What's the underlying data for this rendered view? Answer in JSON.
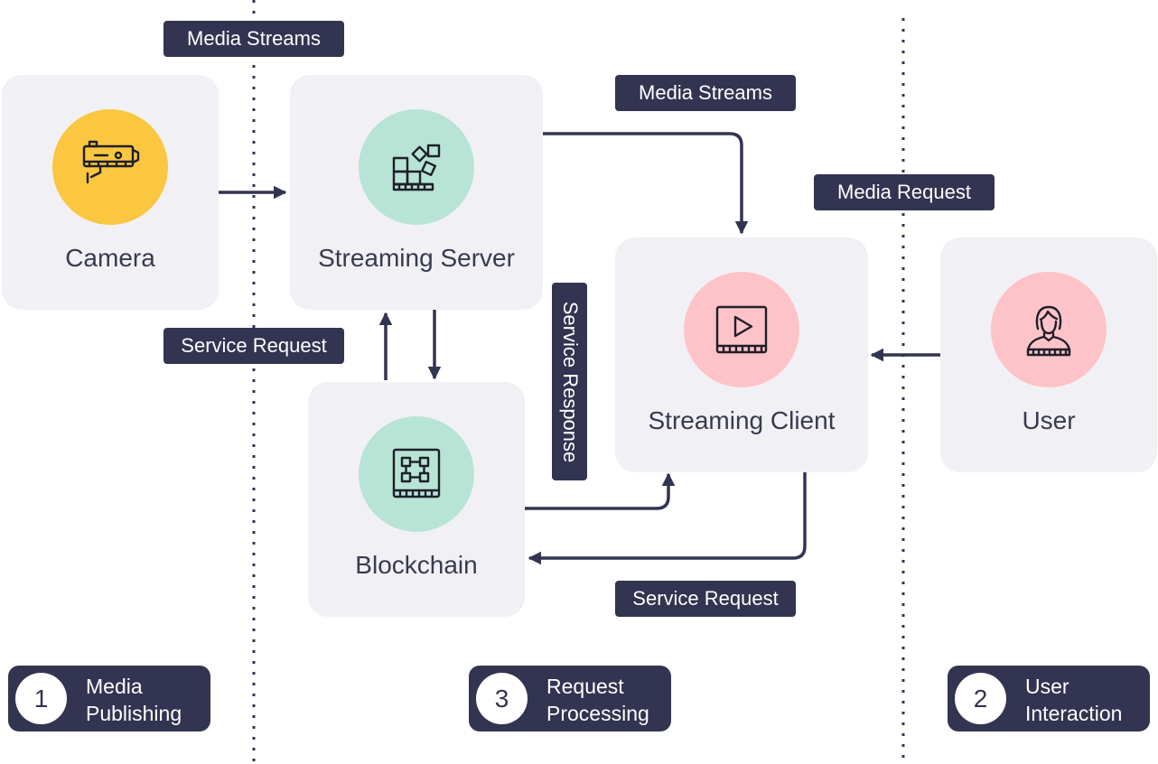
{
  "nodes": {
    "camera": {
      "label": "Camera",
      "icon": "security-camera-icon",
      "color": "#fbc640"
    },
    "streaming_server": {
      "label": "Streaming Server",
      "icon": "data-blocks-icon",
      "color": "#b7e4d5"
    },
    "blockchain": {
      "label": "Blockchain",
      "icon": "circuit-board-icon",
      "color": "#b7e4d5"
    },
    "streaming_client": {
      "label": "Streaming Client",
      "icon": "video-player-icon",
      "color": "#fdc3c8"
    },
    "user": {
      "label": "User",
      "icon": "person-icon",
      "color": "#fdc3c8"
    }
  },
  "edges": {
    "camera_to_server": {
      "label": "Media Streams"
    },
    "server_to_client": {
      "label": "Media Streams"
    },
    "user_to_client": {
      "label": "Media Request"
    },
    "blockchain_to_server": {
      "label": "Service Request"
    },
    "blockchain_to_client": {
      "label": "Service Response"
    },
    "client_to_blockchain": {
      "label": "Service Request"
    }
  },
  "phases": [
    {
      "number": "1",
      "line1": "Media",
      "line2": "Publishing"
    },
    {
      "number": "3",
      "line1": "Request",
      "line2": "Processing"
    },
    {
      "number": "2",
      "line1": "User",
      "line2": "Interaction"
    }
  ],
  "colors": {
    "dark": "#323451",
    "card_bg": "#f1f1f5",
    "text": "#383a4e"
  }
}
